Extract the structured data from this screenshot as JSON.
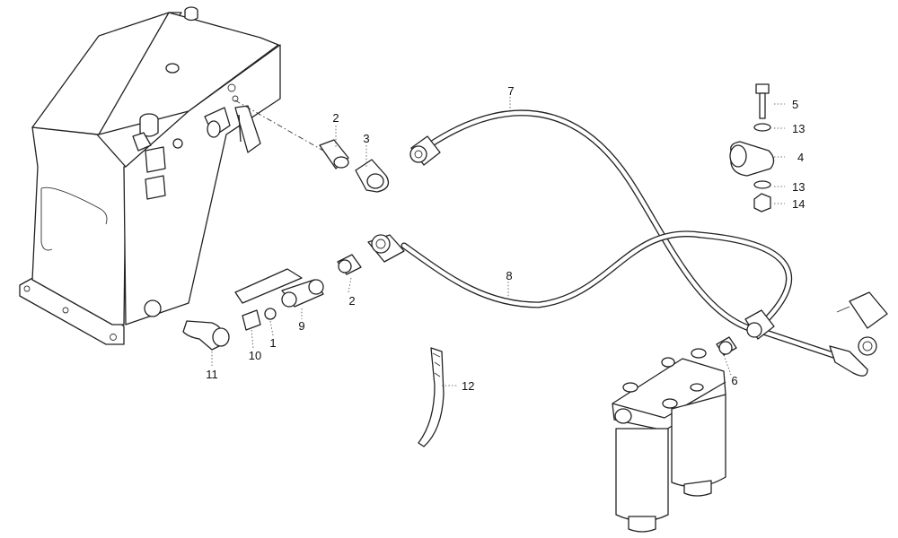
{
  "callouts": [
    {
      "id": "c1",
      "text": "1"
    },
    {
      "id": "c2a",
      "text": "2"
    },
    {
      "id": "c2b",
      "text": "2"
    },
    {
      "id": "c3",
      "text": "3"
    },
    {
      "id": "c4",
      "text": "4"
    },
    {
      "id": "c5",
      "text": "5"
    },
    {
      "id": "c6",
      "text": "6"
    },
    {
      "id": "c7",
      "text": "7"
    },
    {
      "id": "c8",
      "text": "8"
    },
    {
      "id": "c9",
      "text": "9"
    },
    {
      "id": "c10",
      "text": "10"
    },
    {
      "id": "c11",
      "text": "11"
    },
    {
      "id": "c12",
      "text": "12"
    },
    {
      "id": "c13a",
      "text": "13"
    },
    {
      "id": "c13b",
      "text": "13"
    },
    {
      "id": "c14",
      "text": "14"
    }
  ]
}
